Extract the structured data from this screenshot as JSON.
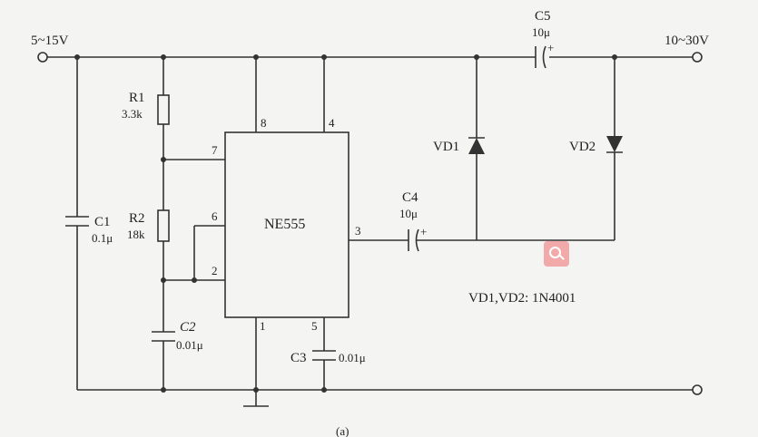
{
  "terminals": {
    "input": "5~15V",
    "output": "10~30V"
  },
  "components": {
    "r1": {
      "name": "R1",
      "value": "3.3k"
    },
    "r2": {
      "name": "R2",
      "value": "18k"
    },
    "c1": {
      "name": "C1",
      "value": "0.1μ"
    },
    "c2": {
      "name": "C2",
      "value": "0.01μ"
    },
    "c3": {
      "name": "C3",
      "value": "0.01μ"
    },
    "c4": {
      "name": "C4",
      "value": "10μ"
    },
    "c5": {
      "name": "C5",
      "value": "10μ"
    },
    "vd1": {
      "name": "VD1"
    },
    "vd2": {
      "name": "VD2"
    },
    "ic": {
      "name": "NE555"
    }
  },
  "pins": {
    "p8": "8",
    "p4": "4",
    "p7": "7",
    "p6": "6",
    "p2": "2",
    "p3": "3",
    "p1": "1",
    "p5": "5"
  },
  "polarity": {
    "c4_plus": "+",
    "c5_plus": "+"
  },
  "note": "VD1,VD2: 1N4001",
  "figure_label": "(a)",
  "icons": {
    "badge": "search-icon"
  },
  "colors": {
    "wire": "#333333",
    "badge": "#f2a9a9",
    "background": "#f4f4f2"
  }
}
